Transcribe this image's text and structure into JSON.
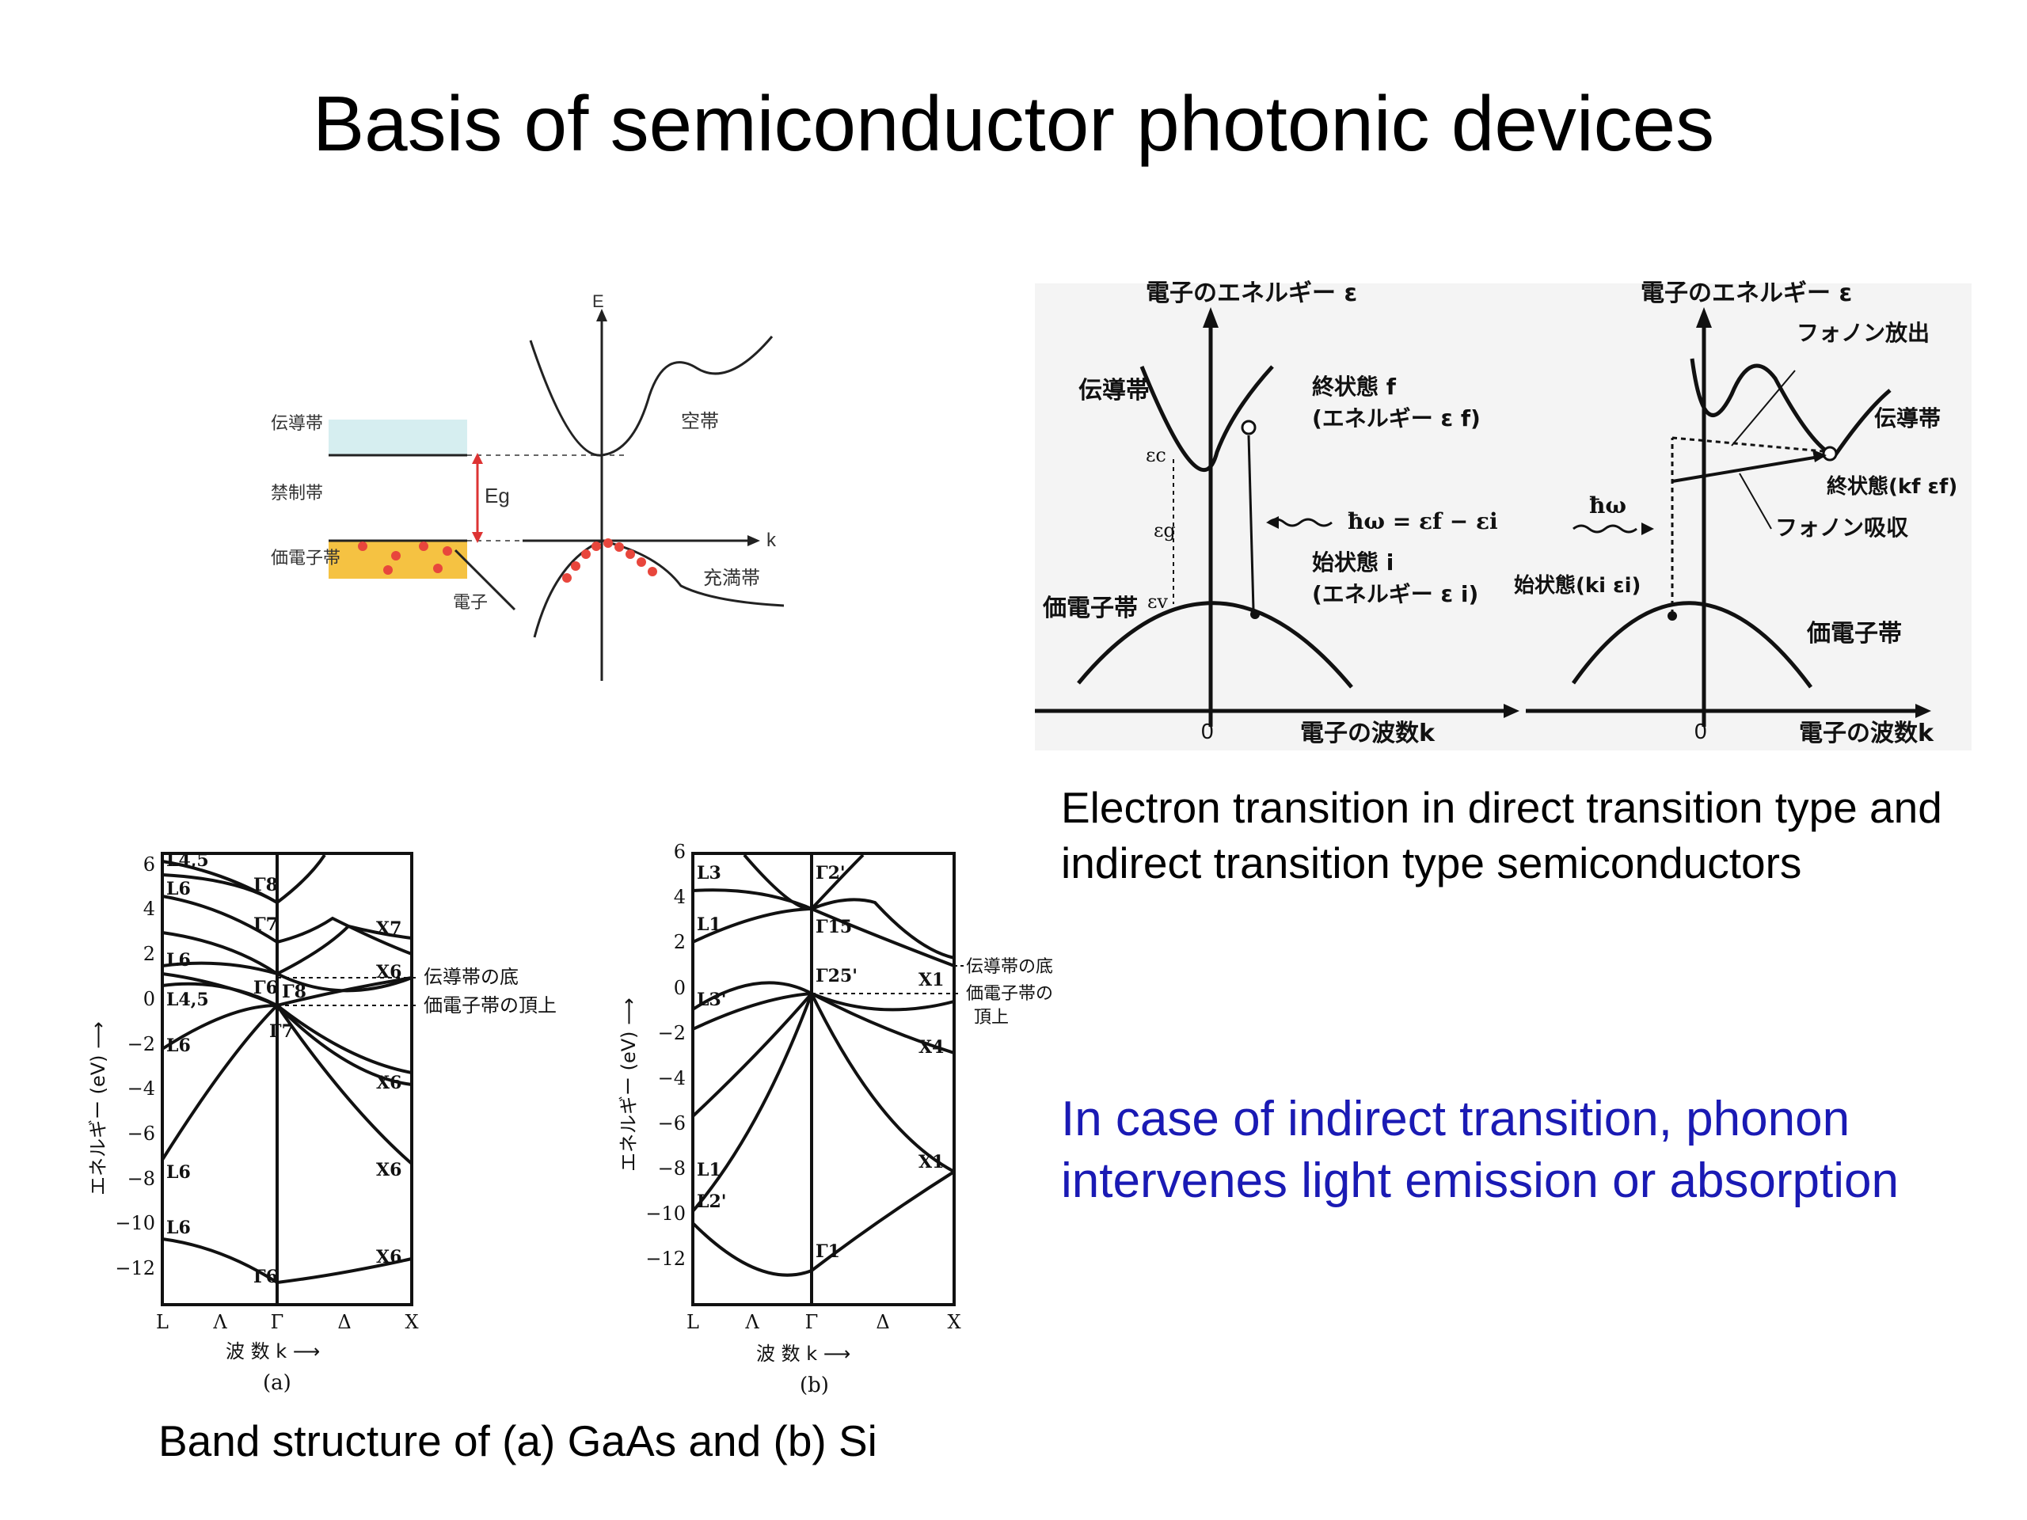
{
  "slide": {
    "title": "Basis of semiconductor photonic devices",
    "caption_transition": "Electron transition in direct transition type and indirect transition type semiconductors",
    "note_phonon": "In case of indirect transition, phonon intervenes light emission or absorption",
    "caption_band": "Band structure of (a) GaAs and (b) Si"
  },
  "colors": {
    "title": "#000000",
    "note": "#1a1ab4",
    "conduction_fill": "#d6eef0",
    "valence_fill": "#f5c242",
    "electron": "#e8463c"
  },
  "band_gap_fig": {
    "conduction_band": "伝導帯",
    "forbidden_band": "禁制帯",
    "valence_band": "価電子帯",
    "electron": "電子",
    "gap_label": "Eg",
    "axis_E": "E",
    "axis_k": "k",
    "empty_band": "空帯",
    "filled_band": "充満帯"
  },
  "transition_fig": {
    "energy_axis": "電子のエネルギー ε",
    "wavenumber_axis": "電子の波数k",
    "zero": "0",
    "left": {
      "conduction": "伝導帯",
      "valence": "価電子帯",
      "final_state": "終状態 f",
      "final_energy": "(エネルギー ε f)",
      "initial_state": "始状態 i",
      "initial_energy": "(エネルギー ε i)",
      "photon": "ħω = εf − εi",
      "ec": "εc",
      "eg": "εg",
      "ev": "εv"
    },
    "right": {
      "phonon_emission": "フォノン放出",
      "conduction": "伝導帯",
      "final_state": "終状態(kf εf)",
      "phonon_absorption": "フォノン吸収",
      "photon": "ħω",
      "initial_state": "始状態(ki εi)",
      "valence": "価電子帯"
    }
  },
  "band_structure": {
    "a": {
      "y_ticks": [
        "6",
        "4",
        "2",
        "0",
        "−2",
        "−4",
        "−6",
        "−8",
        "−10",
        "−12"
      ],
      "x_ticks": [
        "L",
        "Λ",
        "Γ",
        "Δ",
        "X"
      ],
      "ylabel": "エネルギー (eV) ⟶",
      "xlabel": "波 数 k ⟶",
      "sublabel": "(a)",
      "cb_bottom": "伝導帯の底",
      "vb_top": "価電子帯の頂上",
      "labels_L": [
        "L4,5",
        "L6",
        "L6",
        "L4,5",
        "L6",
        "L6",
        "L6"
      ],
      "labels_G": [
        "Γ8",
        "Γ7",
        "Γ6",
        "Γ8",
        "Γ7",
        "Γ6"
      ],
      "labels_X": [
        "X7",
        "X6",
        "X6",
        "X6",
        "X6"
      ]
    },
    "b": {
      "y_ticks": [
        "6",
        "4",
        "2",
        "0",
        "−2",
        "−4",
        "−6",
        "−8",
        "−10",
        "−12"
      ],
      "x_ticks": [
        "L",
        "Λ",
        "Γ",
        "Δ",
        "X"
      ],
      "ylabel": "エネルギー (eV) ⟶",
      "xlabel": "波 数 k ⟶",
      "sublabel": "(b)",
      "cb_bottom": "伝導帯の底",
      "vb_top_1": "価電子帯の",
      "vb_top_2": "頂上",
      "labels_L": [
        "L3",
        "L1",
        "L3'",
        "L1",
        "L2'"
      ],
      "labels_G": [
        "Γ2'",
        "Γ15",
        "Γ25'",
        "Γ1"
      ],
      "labels_X": [
        "X1",
        "X4",
        "X1"
      ]
    }
  }
}
